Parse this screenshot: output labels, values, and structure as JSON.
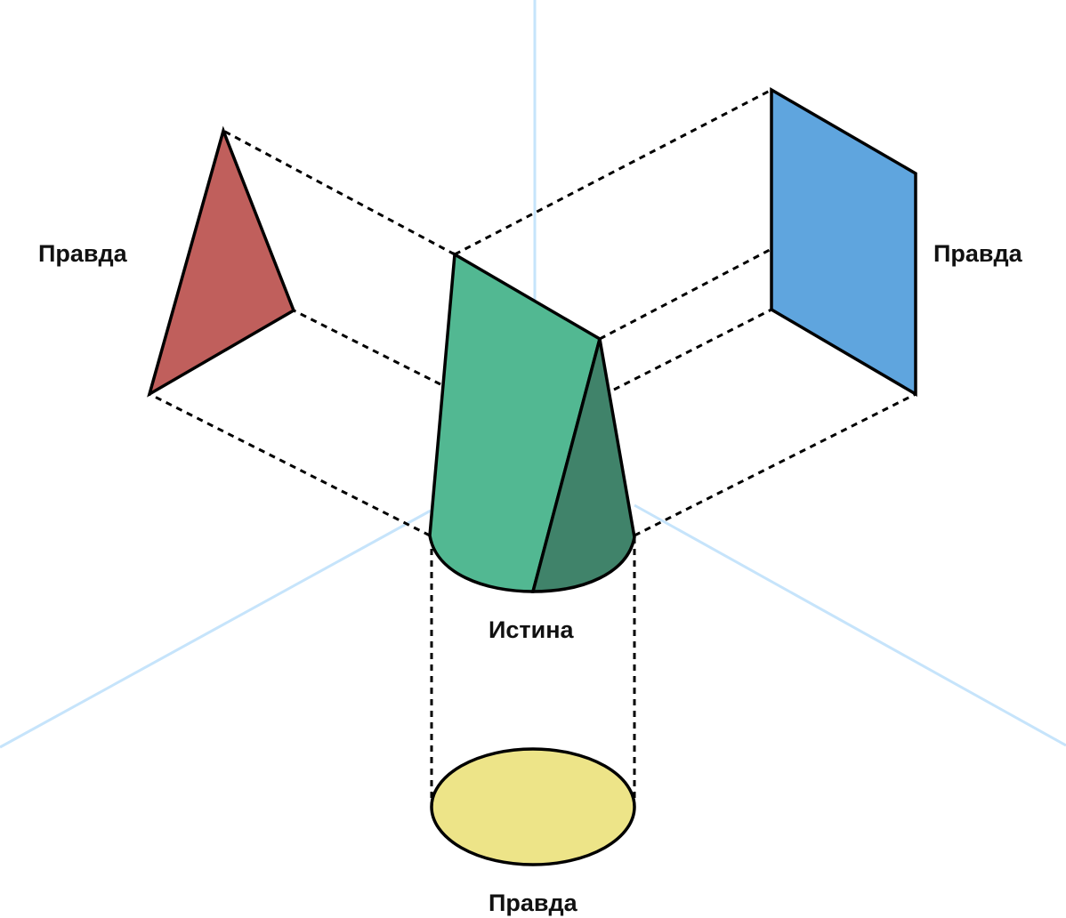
{
  "labels": {
    "left_projection": "Правда",
    "right_projection": "Правда",
    "bottom_projection": "Правда",
    "object": "Истина"
  },
  "colors": {
    "axis": "#c6e4fb",
    "triangle_fill": "#c05f5c",
    "parallelogram_fill": "#5fa5de",
    "ellipse_fill": "#ede488",
    "body_light": "#52b892",
    "body_dark": "#40836a",
    "outline": "#000000"
  }
}
